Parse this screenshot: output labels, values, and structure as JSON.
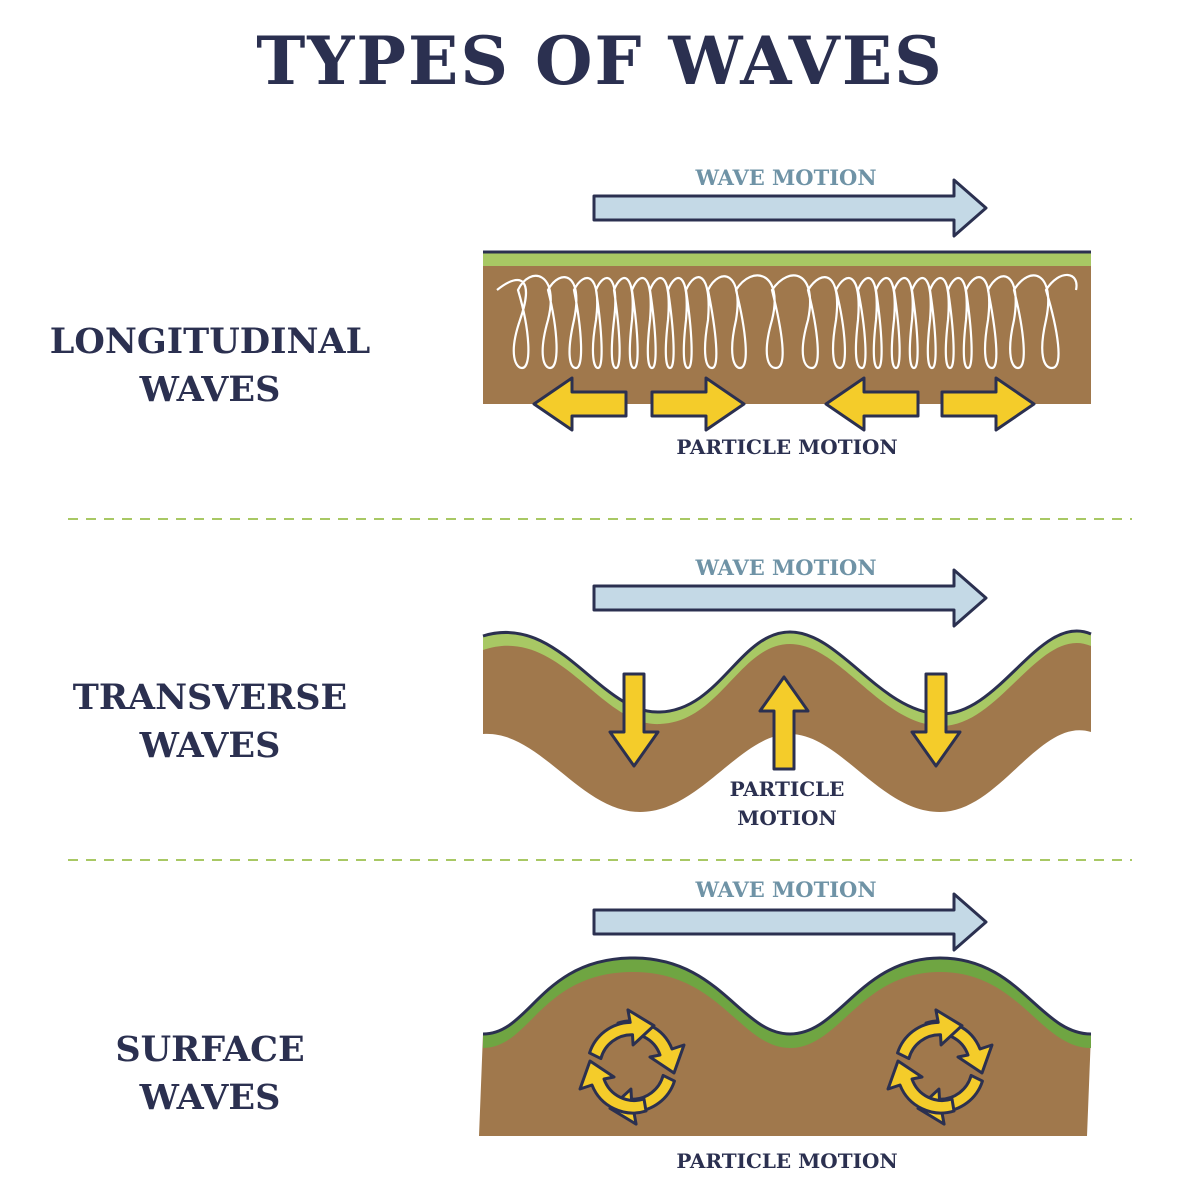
{
  "title": "TYPES OF WAVES",
  "colors": {
    "title": "#2b3050",
    "outline": "#2b3050",
    "wave_motion_text": "#6f93a6",
    "wave_arrow_fill": "#c4d9e6",
    "soil": "#a0784c",
    "grass_light": "#a8c864",
    "grass_dark": "#6fa542",
    "particle_arrow": "#f4cc2a",
    "divider": "#a8c864",
    "spring": "#ffffff"
  },
  "sections": [
    {
      "label_line1": "LONGITUDINAL",
      "label_line2": "WAVES",
      "wave_motion": "WAVE MOTION",
      "particle_motion": "PARTICLE MOTION"
    },
    {
      "label_line1": "TRANSVERSE",
      "label_line2": "WAVES",
      "wave_motion": "WAVE MOTION",
      "particle_motion_line1": "PARTICLE",
      "particle_motion_line2": "MOTION"
    },
    {
      "label_line1": "SURFACE",
      "label_line2": "WAVES",
      "wave_motion": "WAVE MOTION",
      "particle_motion": "PARTICLE MOTION"
    }
  ],
  "icons": [
    "wave-motion-arrow-icon",
    "particle-arrow-icon",
    "rotation-arrows-icon",
    "spring-coil-icon"
  ]
}
